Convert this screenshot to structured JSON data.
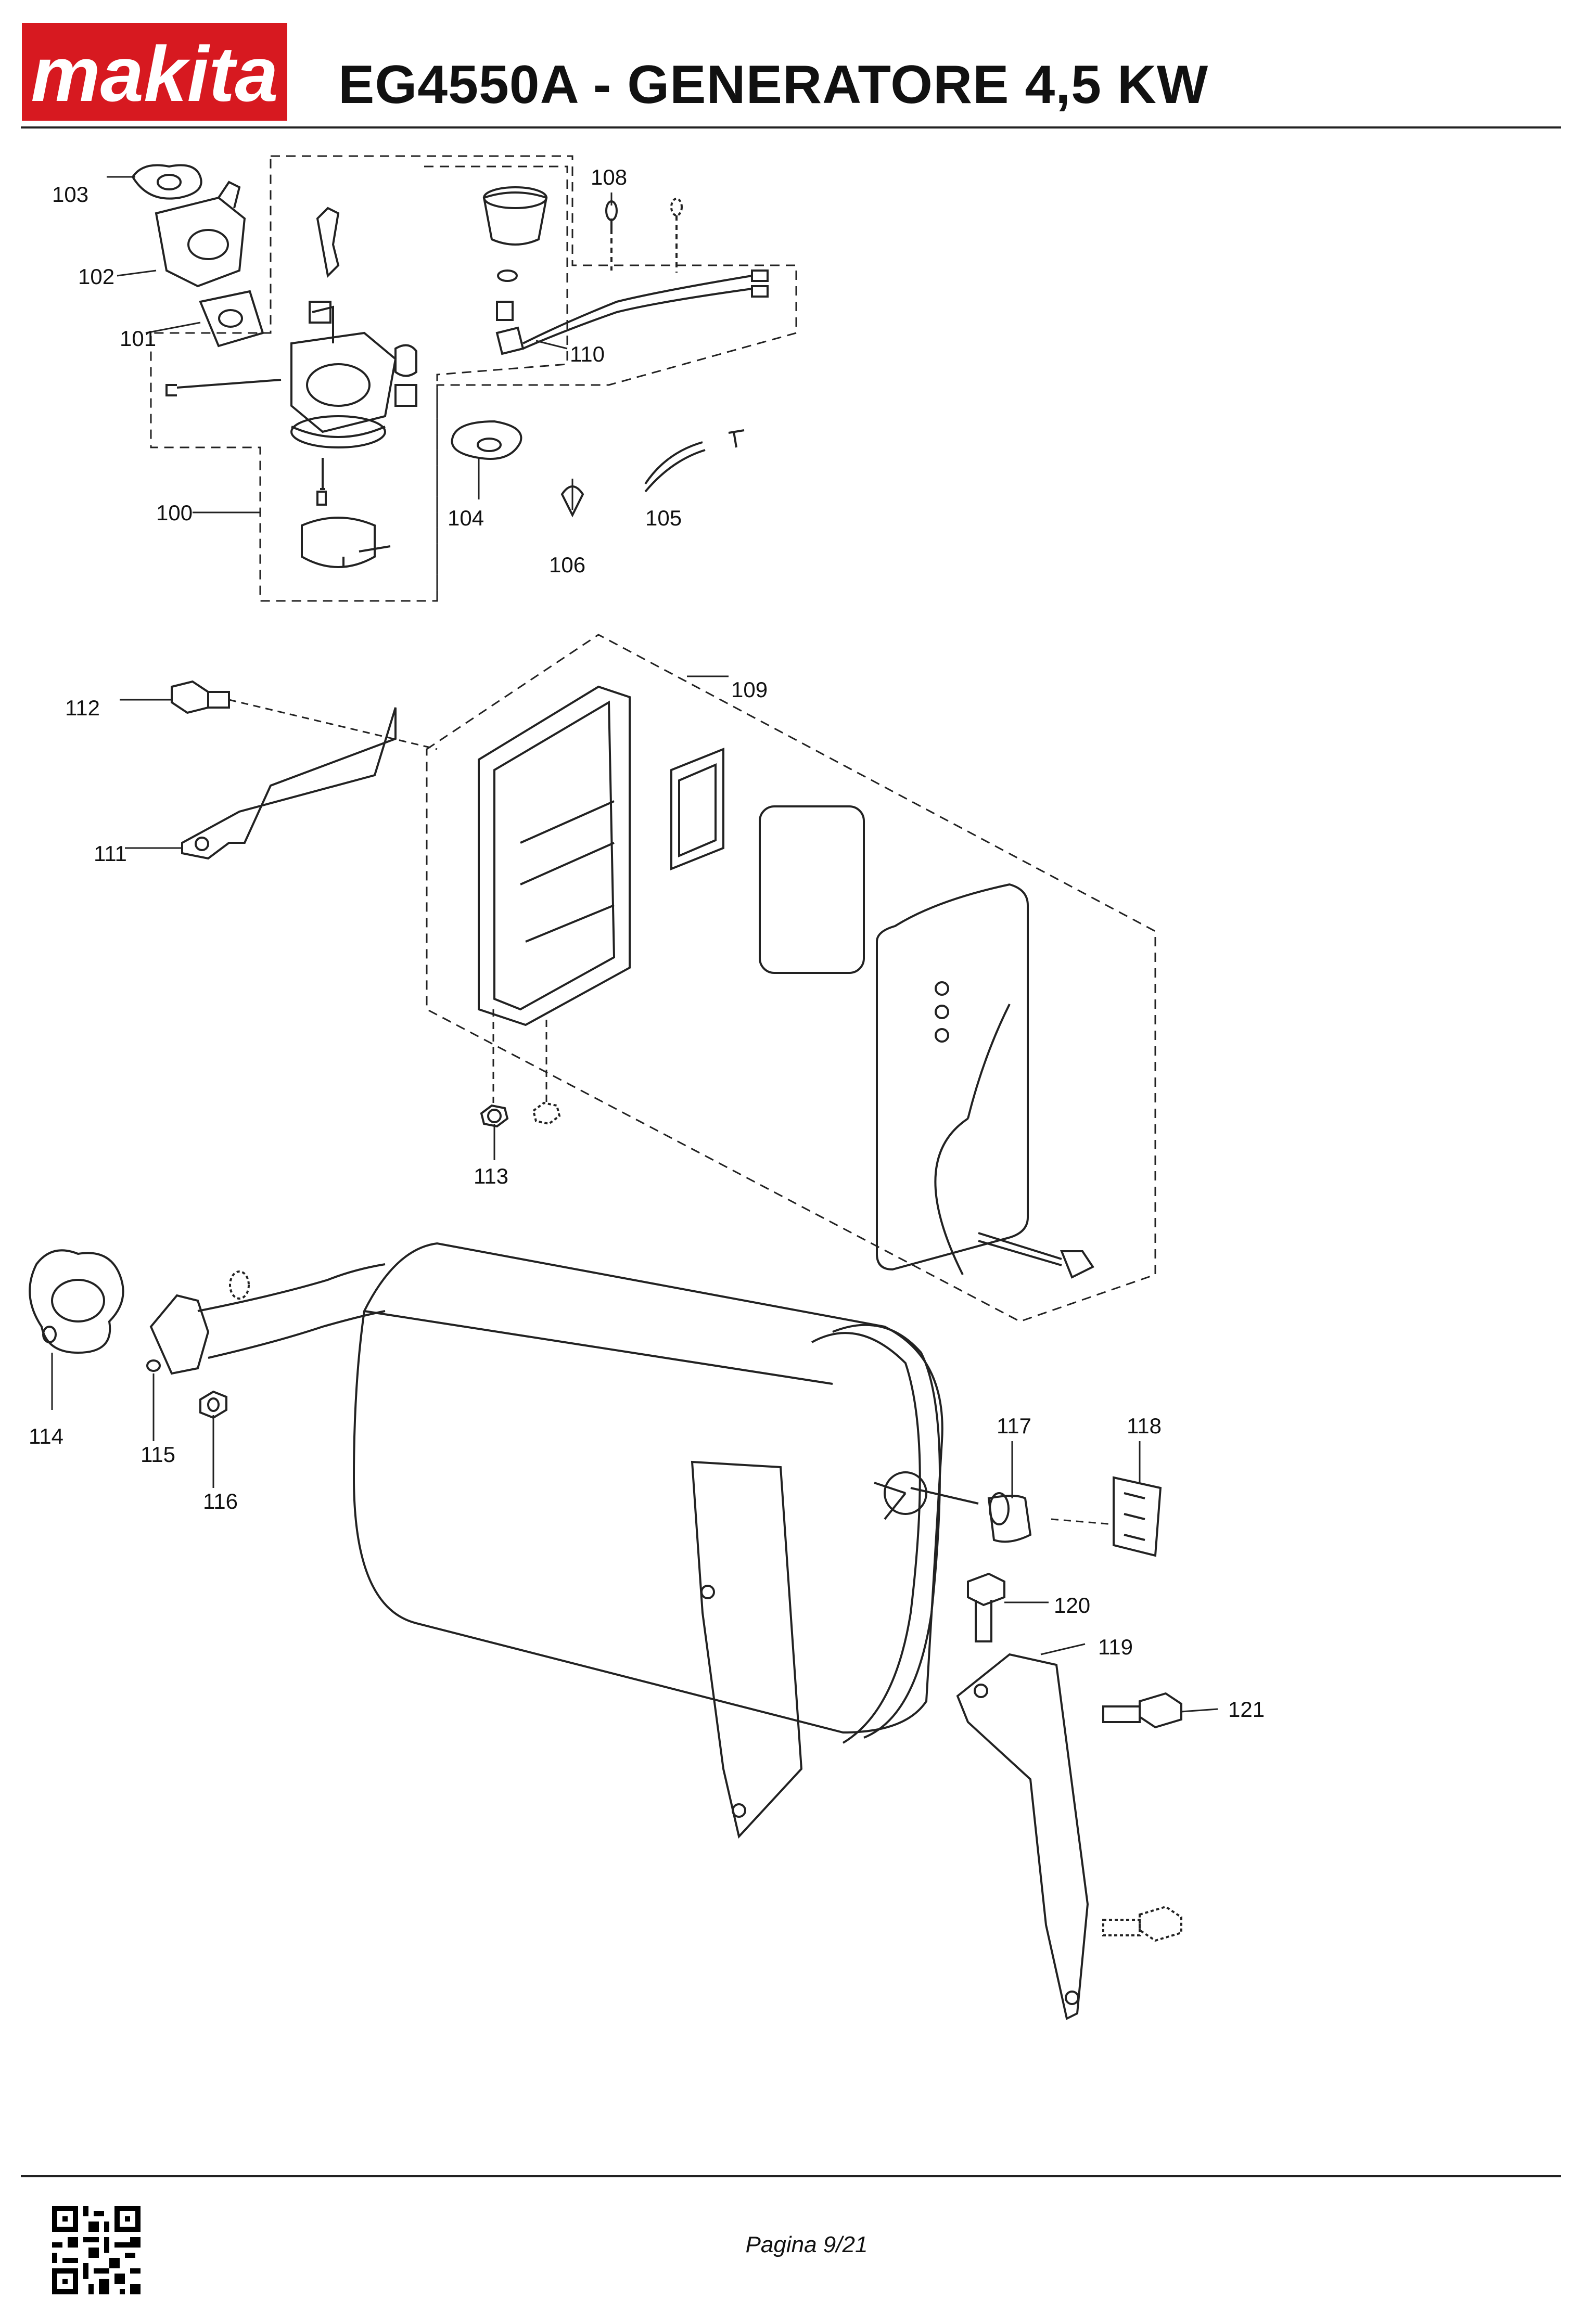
{
  "header": {
    "brand": "makita",
    "title": "EG4550A - GENERATORE 4,5 KW",
    "brand_color": "#d71920"
  },
  "parts": [
    {
      "id": "100",
      "label": "100"
    },
    {
      "id": "101",
      "label": "101"
    },
    {
      "id": "102",
      "label": "102"
    },
    {
      "id": "103",
      "label": "103"
    },
    {
      "id": "104",
      "label": "104"
    },
    {
      "id": "105",
      "label": "105"
    },
    {
      "id": "106",
      "label": "106"
    },
    {
      "id": "108",
      "label": "108"
    },
    {
      "id": "109",
      "label": "109"
    },
    {
      "id": "110",
      "label": "110"
    },
    {
      "id": "111",
      "label": "111"
    },
    {
      "id": "112",
      "label": "112"
    },
    {
      "id": "113",
      "label": "113"
    },
    {
      "id": "114",
      "label": "114"
    },
    {
      "id": "115",
      "label": "115"
    },
    {
      "id": "116",
      "label": "116"
    },
    {
      "id": "117",
      "label": "117"
    },
    {
      "id": "118",
      "label": "118"
    },
    {
      "id": "119",
      "label": "119"
    },
    {
      "id": "120",
      "label": "120"
    },
    {
      "id": "121",
      "label": "121"
    }
  ],
  "footer": {
    "page": "Pagina 9/21",
    "qr_icon": "qr-code-icon"
  }
}
